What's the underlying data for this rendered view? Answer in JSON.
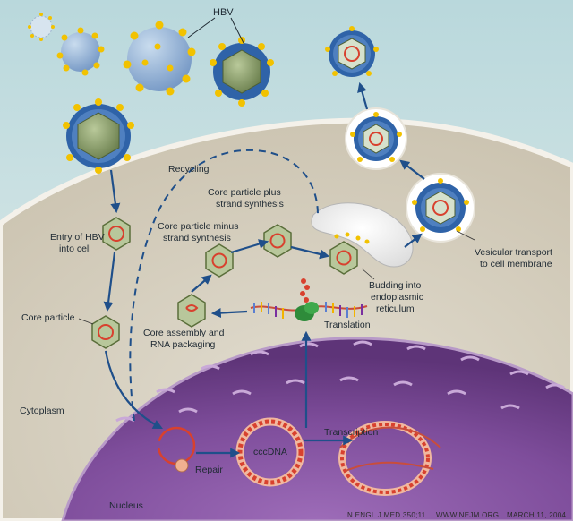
{
  "labels": {
    "hbv": "HBV",
    "recycling": "Recycling",
    "entry_line1": "Entry of HBV",
    "entry_line2": "into cell",
    "core_particle": "Core particle",
    "plus_line1": "Core particle plus",
    "plus_line2": "strand synthesis",
    "minus_line1": "Core particle minus",
    "minus_line2": "strand synthesis",
    "budding_line1": "Budding into",
    "budding_line2": "endoplasmic",
    "budding_line3": "reticulum",
    "vesicular_line1": "Vesicular transport",
    "vesicular_line2": "to cell membrane",
    "translation": "Translation",
    "assembly_line1": "Core assembly and",
    "assembly_line2": "RNA packaging",
    "cytoplasm": "Cytoplasm",
    "nucleus": "Nucleus",
    "repair": "Repair",
    "cccdna": "cccDNA",
    "transcription": "Transcription"
  },
  "footer": {
    "journal": "N ENGL J MED 350;11",
    "website": "WWW.NEJM.ORG",
    "date": "MARCH 11, 2004"
  },
  "colors": {
    "sky": "#cfe3e4",
    "cytoplasm": "#d6cfbe",
    "nucleus": "#8b5aa6",
    "arrow": "#1f4f8a",
    "envelope": "#2f63a8",
    "spike": "#f2c200",
    "capsid": "#8ea06a",
    "dna": "#d8412e"
  }
}
